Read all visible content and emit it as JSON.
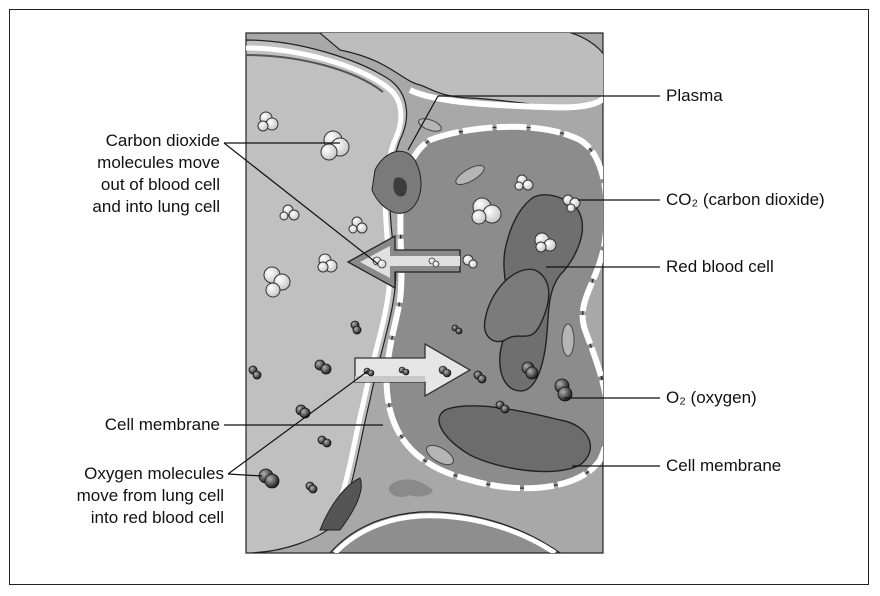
{
  "labels": {
    "plasma": "Plasma",
    "co2": "CO₂ (carbon dioxide)",
    "red_blood_cell": "Red blood cell",
    "o2": "O₂ (oxygen)",
    "cell_membrane_right": "Cell membrane",
    "co2_move": [
      "Carbon dioxide",
      "molecules move",
      "out of blood cell",
      "and into lung cell"
    ],
    "cell_membrane_left": "Cell membrane",
    "o2_move": [
      "Oxygen molecules",
      "move from lung cell",
      "into red blood cell"
    ]
  },
  "colors": {
    "background_tissue": "#a9a9a9",
    "lung_cell": "#bfbfbf",
    "blood_cell_body": "#8c8c8c",
    "red_blood_cell": "#6e6e6e",
    "membrane": "#ffffff",
    "outline": "#222222"
  }
}
